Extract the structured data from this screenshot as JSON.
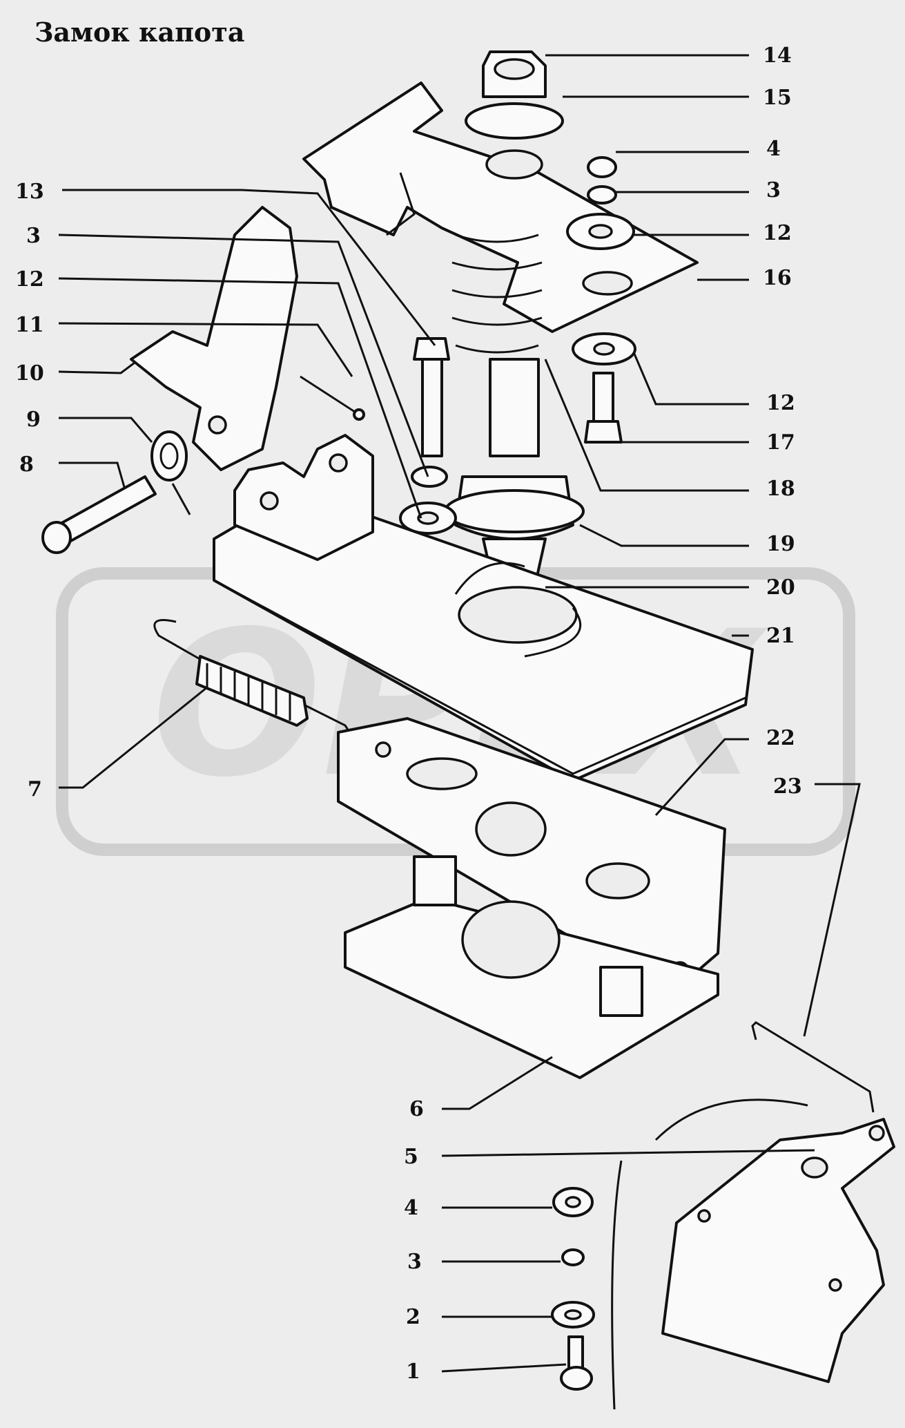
{
  "title": "Замок капота",
  "watermark": "OPEX",
  "callouts": [
    {
      "id": "c14",
      "label": "14"
    },
    {
      "id": "c15",
      "label": "15"
    },
    {
      "id": "c4a",
      "label": "4"
    },
    {
      "id": "c3a",
      "label": "3"
    },
    {
      "id": "c12a",
      "label": "12"
    },
    {
      "id": "c16",
      "label": "16"
    },
    {
      "id": "c12b",
      "label": "12"
    },
    {
      "id": "c17",
      "label": "17"
    },
    {
      "id": "c18",
      "label": "18"
    },
    {
      "id": "c19",
      "label": "19"
    },
    {
      "id": "c20",
      "label": "20"
    },
    {
      "id": "c21",
      "label": "21"
    },
    {
      "id": "c22",
      "label": "22"
    },
    {
      "id": "c23",
      "label": "23"
    },
    {
      "id": "c13",
      "label": "13"
    },
    {
      "id": "c3b",
      "label": "3"
    },
    {
      "id": "c12c",
      "label": "12"
    },
    {
      "id": "c11",
      "label": "11"
    },
    {
      "id": "c10",
      "label": "10"
    },
    {
      "id": "c9",
      "label": "9"
    },
    {
      "id": "c8",
      "label": "8"
    },
    {
      "id": "c7",
      "label": "7"
    },
    {
      "id": "c6",
      "label": "6"
    },
    {
      "id": "c5",
      "label": "5"
    },
    {
      "id": "c4b",
      "label": "4"
    },
    {
      "id": "c3c",
      "label": "3"
    },
    {
      "id": "c2",
      "label": "2"
    },
    {
      "id": "c1",
      "label": "1"
    }
  ]
}
